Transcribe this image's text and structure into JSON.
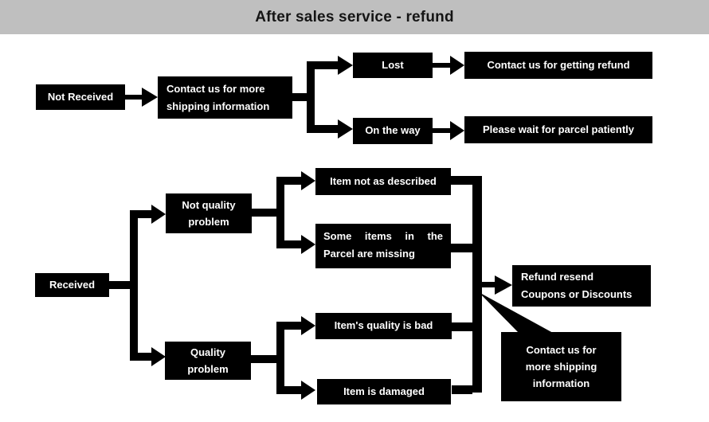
{
  "title": "After sales service - refund",
  "colors": {
    "header_bg": "#bfbfbf",
    "box_bg": "#000000",
    "box_text": "#ffffff",
    "title_text": "#151515"
  },
  "nodes": {
    "not_received": {
      "label": "Not Received"
    },
    "contact_more_top": {
      "lines": [
        "Contact us for more",
        "shipping information"
      ]
    },
    "lost": {
      "label": "Lost"
    },
    "contact_refund": {
      "label": "Contact us for getting refund"
    },
    "on_the_way": {
      "label": "On the way"
    },
    "please_wait": {
      "label": "Please wait for parcel patiently"
    },
    "received": {
      "label": "Received"
    },
    "not_quality": {
      "lines": [
        "Not quality",
        "problem"
      ]
    },
    "quality": {
      "lines": [
        "Quality",
        "problem"
      ]
    },
    "item_not_described": {
      "label": "Item not as described"
    },
    "some_items": {
      "lines": [
        "Some items in the",
        "Parcel are missing"
      ]
    },
    "items_quality_bad": {
      "label": "Item's quality is bad"
    },
    "item_damaged": {
      "label": "Item is damaged"
    },
    "refund_resend": {
      "lines": [
        "Refund resend",
        "Coupons or Discounts"
      ]
    },
    "callout": {
      "lines": [
        "Contact us for",
        "more shipping",
        "information"
      ]
    }
  }
}
